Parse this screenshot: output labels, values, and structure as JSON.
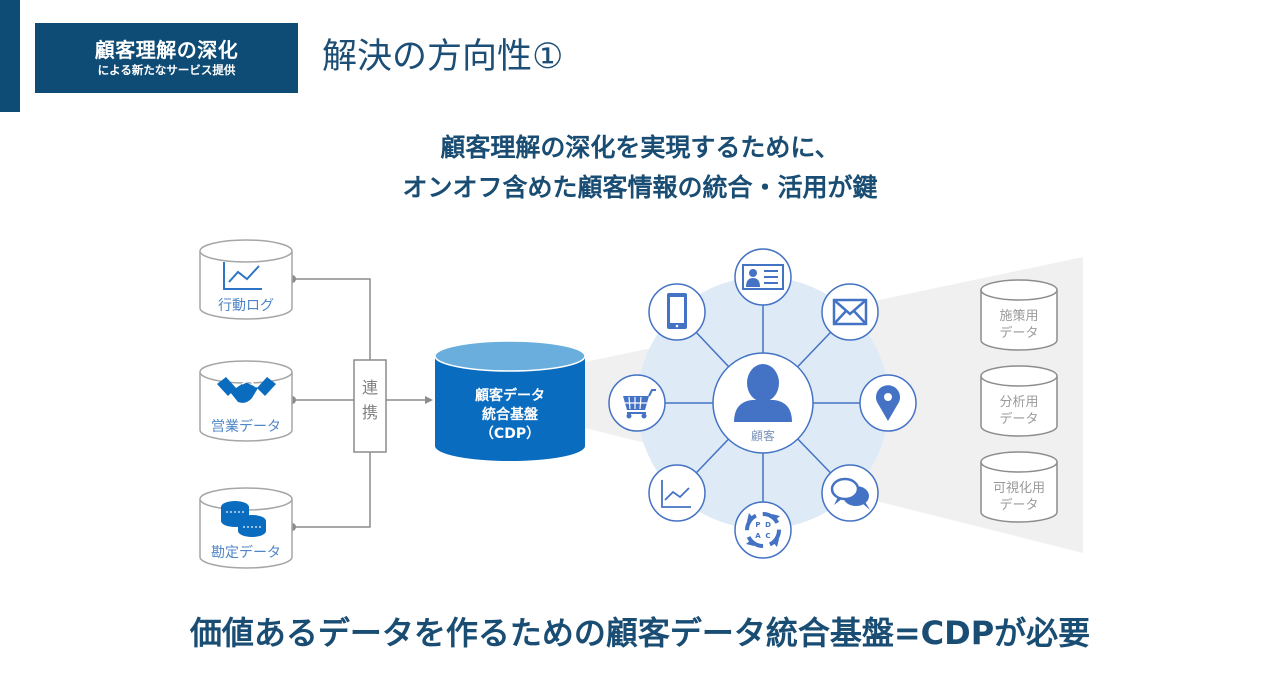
{
  "header": {
    "section_main": "顧客理解の深化",
    "section_sub": "による新たなサービス提供",
    "title": "解決の方向性①"
  },
  "headline": {
    "line1": "顧客理解の深化を実現するために、",
    "line2": "オンオフ含めた顧客情報の統合・活用が鍵"
  },
  "sources": [
    {
      "label": "行動ログ",
      "icon": "line-chart-icon"
    },
    {
      "label": "営業データ",
      "icon": "handshake-icon"
    },
    {
      "label": "勘定データ",
      "icon": "coins-icon"
    }
  ],
  "link_box": {
    "line1": "連",
    "line2": "携"
  },
  "cdp": {
    "line1": "顧客データ",
    "line2": "統合基盤",
    "line3": "（CDP）"
  },
  "customer": {
    "center_label": "顧客",
    "center_icon": "person-icon",
    "satellites": [
      "id-card-icon",
      "mail-icon",
      "location-pin-icon",
      "chat-icon",
      "pdca-cycle-icon",
      "line-chart-icon",
      "shopping-cart-icon",
      "smartphone-icon"
    ],
    "pdca_letters": [
      "P",
      "D",
      "A",
      "C"
    ]
  },
  "outputs": [
    {
      "line1": "施策用",
      "line2": "データ"
    },
    {
      "line1": "分析用",
      "line2": "データ"
    },
    {
      "line1": "可視化用",
      "line2": "データ"
    }
  ],
  "footer": {
    "message": "価値あるデータを作るための顧客データ統合基盤=CDPが必要"
  },
  "colors": {
    "navy": "#0f4c75",
    "cdp_blue": "#0a6cbf",
    "cdp_top": "#6aaede",
    "icon_blue": "#4472c4",
    "halo": "#deebf7",
    "fan_gray": "#f0f0f0",
    "line_gray": "#8c8c8c"
  }
}
